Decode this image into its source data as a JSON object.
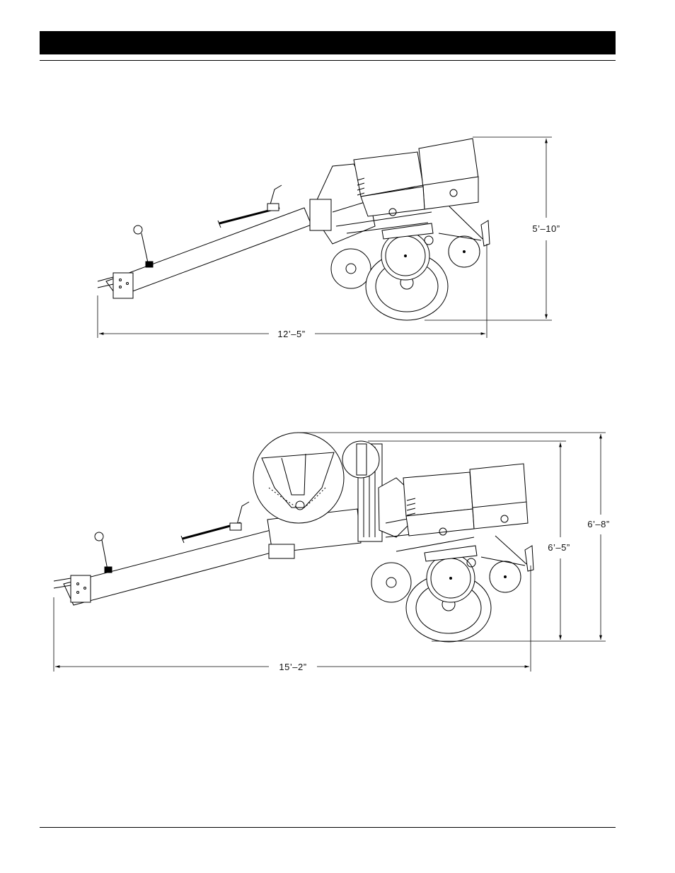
{
  "figures": [
    {
      "name": "planter-transport-dimensions",
      "overall_length": "12’–5”",
      "overall_height": "5’–10”"
    },
    {
      "name": "planter-transport-dimensions-with-attachment",
      "overall_length": "15’–2”",
      "height_to_hopper": "6’–5”",
      "overall_height": "6’–8”"
    }
  ]
}
